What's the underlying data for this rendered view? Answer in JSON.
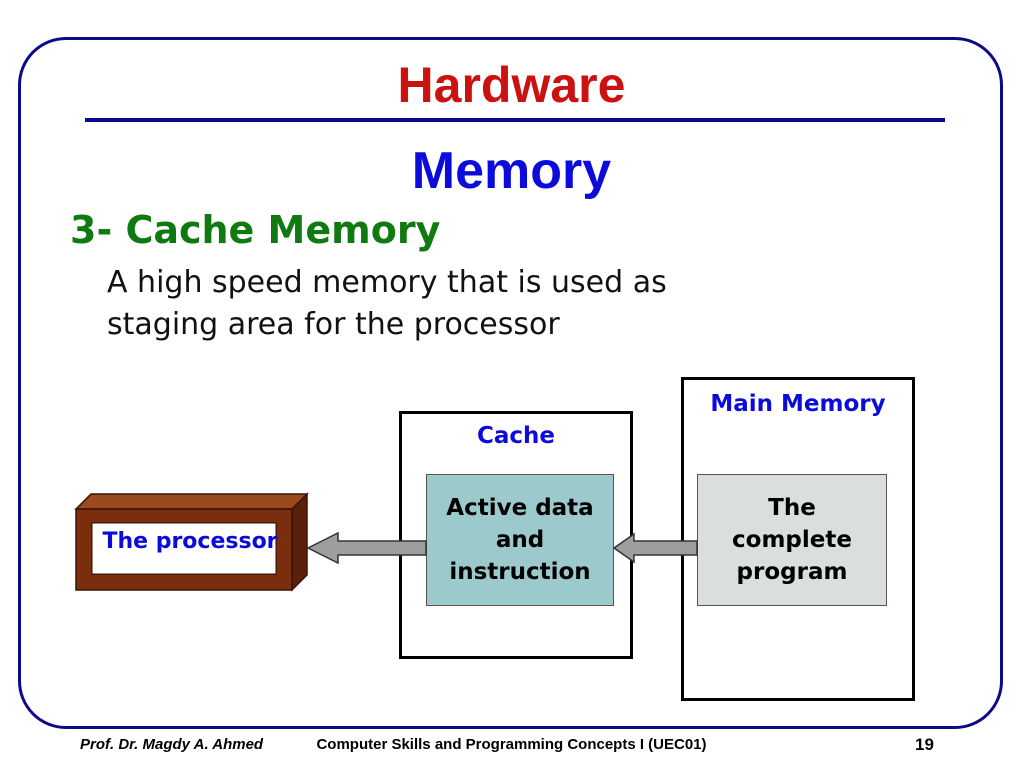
{
  "slide": {
    "title": "Hardware",
    "subtitle": "Memory",
    "section_heading": "3- Cache Memory",
    "description": "A high speed memory that is used as staging area for the processor"
  },
  "diagram": {
    "main_memory": {
      "label": "Main Memory",
      "content": "The\ncomplete\nprogram"
    },
    "cache": {
      "label": "Cache",
      "content": "Active data\nand\ninstruction"
    },
    "processor": {
      "label": "The processor"
    },
    "colors": {
      "cache_fill": "#9cc9cb",
      "main_memory_fill": "#d9dede",
      "processor_frame": "#7a2e0e",
      "arrow_fill": "#9e9e9e",
      "label_blue": "#0b0bdc"
    }
  },
  "footer": {
    "author": "Prof. Dr. Magdy A. Ahmed",
    "course": "Computer Skills and Programming Concepts I (UEC01)",
    "page": "19"
  }
}
